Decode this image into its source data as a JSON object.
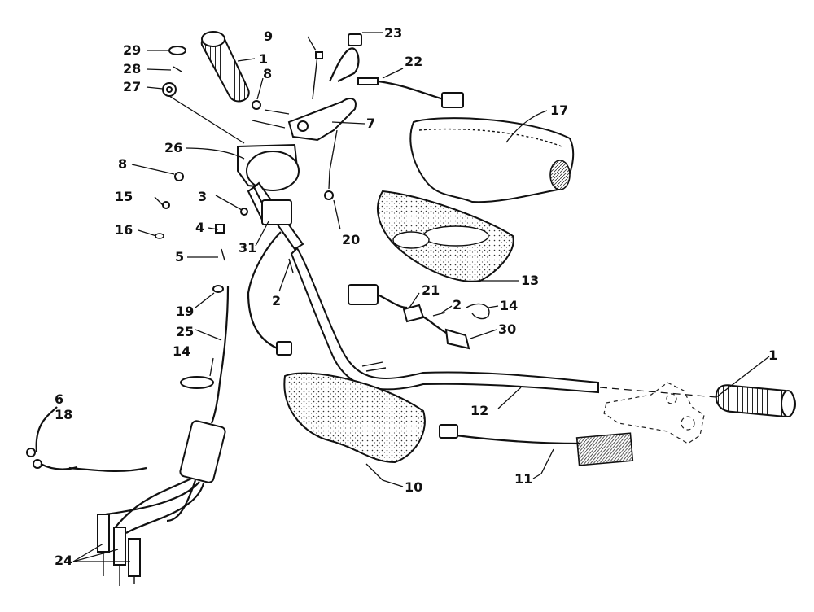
{
  "diagram": {
    "callouts": {
      "c1a": "1",
      "c1b": "1",
      "c2a": "2",
      "c2b": "2",
      "c3": "3",
      "c4": "4",
      "c5": "5",
      "c6": "6",
      "c7": "7",
      "c8a": "8",
      "c8b": "8",
      "c9": "9",
      "c10": "10",
      "c11": "11",
      "c12": "12",
      "c13": "13",
      "c14a": "14",
      "c14b": "14",
      "c15": "15",
      "c16": "16",
      "c17": "17",
      "c18": "18",
      "c19": "19",
      "c20": "20",
      "c21": "21",
      "c22": "22",
      "c23": "23",
      "c24": "24",
      "c25": "25",
      "c26": "26",
      "c27": "27",
      "c28": "28",
      "c29": "29",
      "c30": "30",
      "c31": "31"
    }
  }
}
